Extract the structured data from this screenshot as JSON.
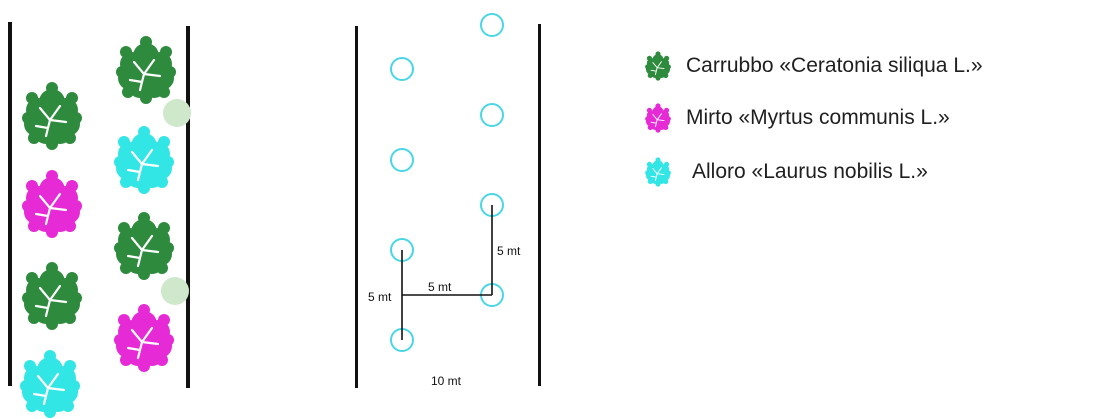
{
  "species": [
    {
      "id": "carrubbo",
      "label": "Carrubbo «Ceratonia siliqua L.»",
      "color": "#2e8b3d",
      "shade": "#1f6a2b",
      "icon": "carob-tree-icon"
    },
    {
      "id": "mirto",
      "label": "Mirto «Myrtus communis L.»",
      "color": "#e62ad6",
      "shade": "#b514a8",
      "icon": "myrtle-tree-icon"
    },
    {
      "id": "alloro",
      "label": "Alloro «Laurus nobilis L.»",
      "color": "#33e6e6",
      "shade": "#18b8c0",
      "icon": "laurel-tree-icon"
    }
  ],
  "plan": {
    "row_spacing_label": "5 mt",
    "vertical_spacing_label": "5 mt",
    "horizontal_spacing_label": "5 mt",
    "width_label": "10 mt"
  },
  "colors": {
    "circle_outline": "#49d6e6",
    "accent_disc": "#cfe8cc",
    "border_line": "#111111"
  }
}
